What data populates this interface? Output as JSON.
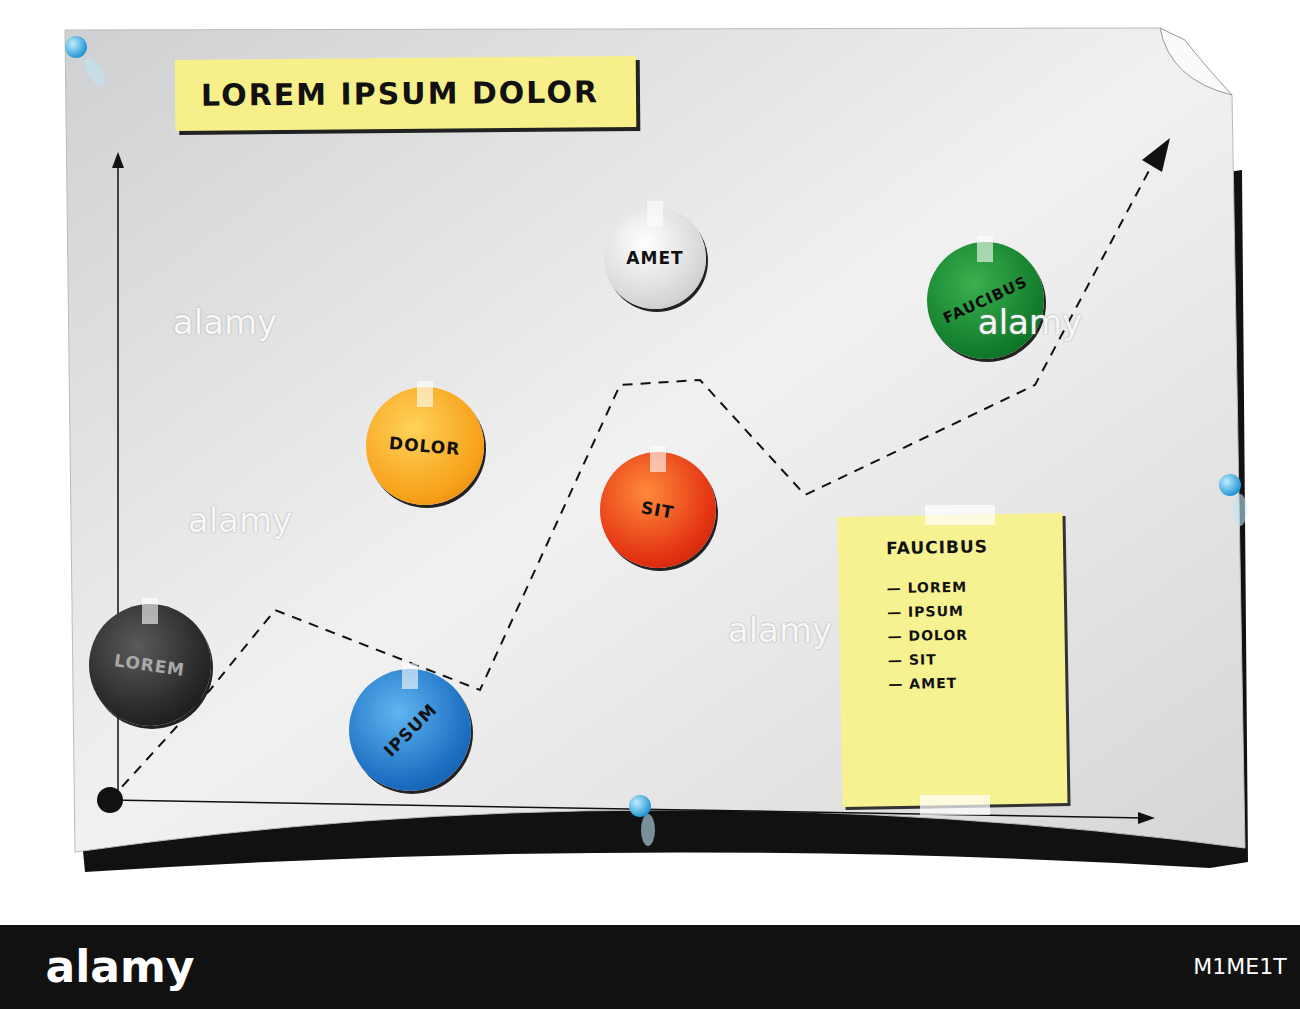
{
  "diagram": {
    "title": "LOREM IPSUM DOLOR",
    "nodes": [
      {
        "text": [
          "AMET"
        ]
      },
      {
        "text": [
          "FAUCIBUS"
        ]
      },
      {
        "text": [
          "DOLOR"
        ]
      },
      {
        "text": [
          "SIT"
        ]
      },
      {
        "text": [
          "FAUCIBUS",
          "— LOREM",
          "— IPSUM",
          "— DOLOR",
          "— SIT",
          "— AMET"
        ]
      },
      {
        "text": [
          "LOREM"
        ]
      },
      {
        "text": [
          "IPSUM"
        ]
      }
    ],
    "labels": [
      "alamy",
      "alamy",
      "alamy",
      "alamy",
      "alamy",
      "M1ME1T"
    ]
  }
}
